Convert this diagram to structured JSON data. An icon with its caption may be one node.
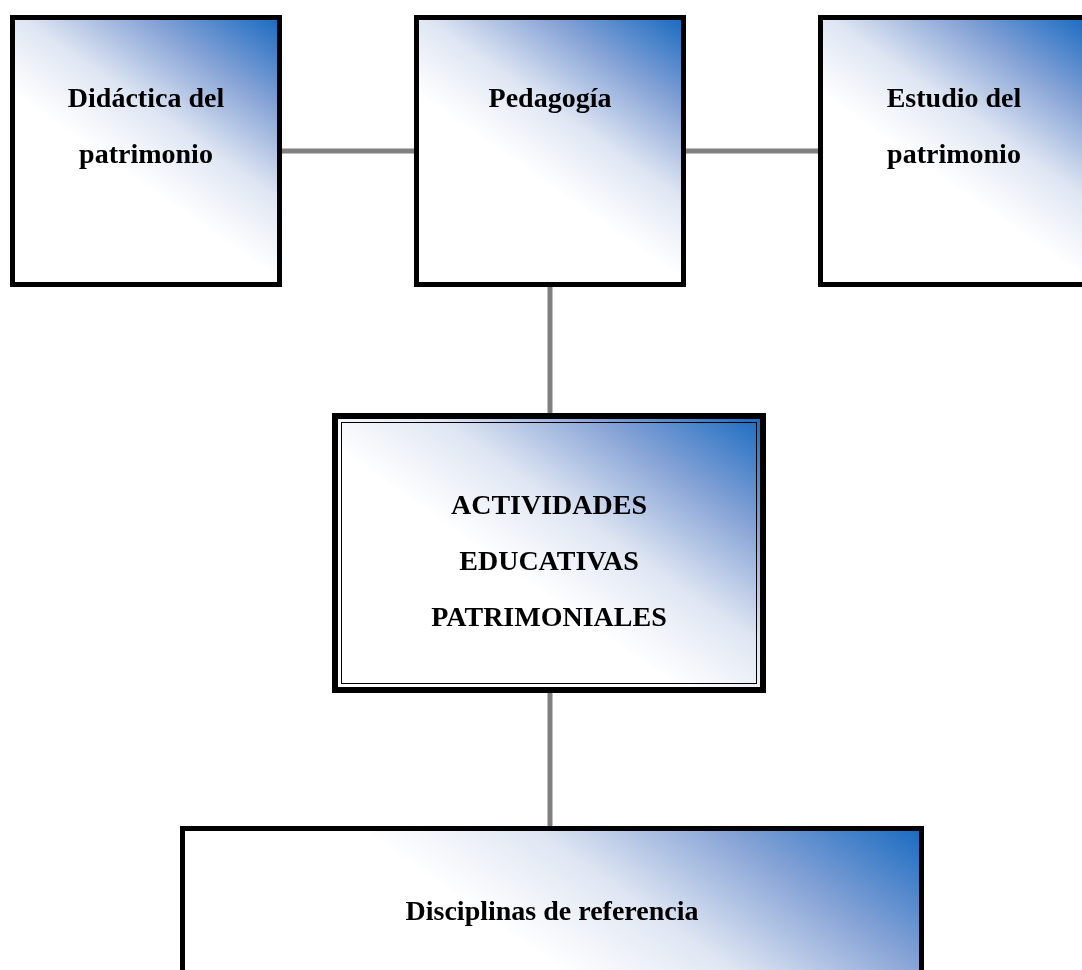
{
  "diagram": {
    "nodes": [
      {
        "text": [
          "Didáctica del patrimonio"
        ]
      },
      {
        "text": [
          "Pedagogía"
        ]
      },
      {
        "text": [
          "Estudio del patrimonio"
        ]
      },
      {
        "text": [
          "ACTIVIDADES EDUCATIVAS PATRIMONIALES"
        ]
      },
      {
        "text": [
          "Disciplinas de referencia"
        ]
      }
    ],
    "edges": [
      {
        "from": 0,
        "to": 1,
        "arrow": "none"
      },
      {
        "from": 1,
        "to": 2,
        "arrow": "none"
      },
      {
        "from": 1,
        "to": 3,
        "arrow": "none"
      },
      {
        "from": 3,
        "to": 4,
        "arrow": "none"
      }
    ]
  }
}
